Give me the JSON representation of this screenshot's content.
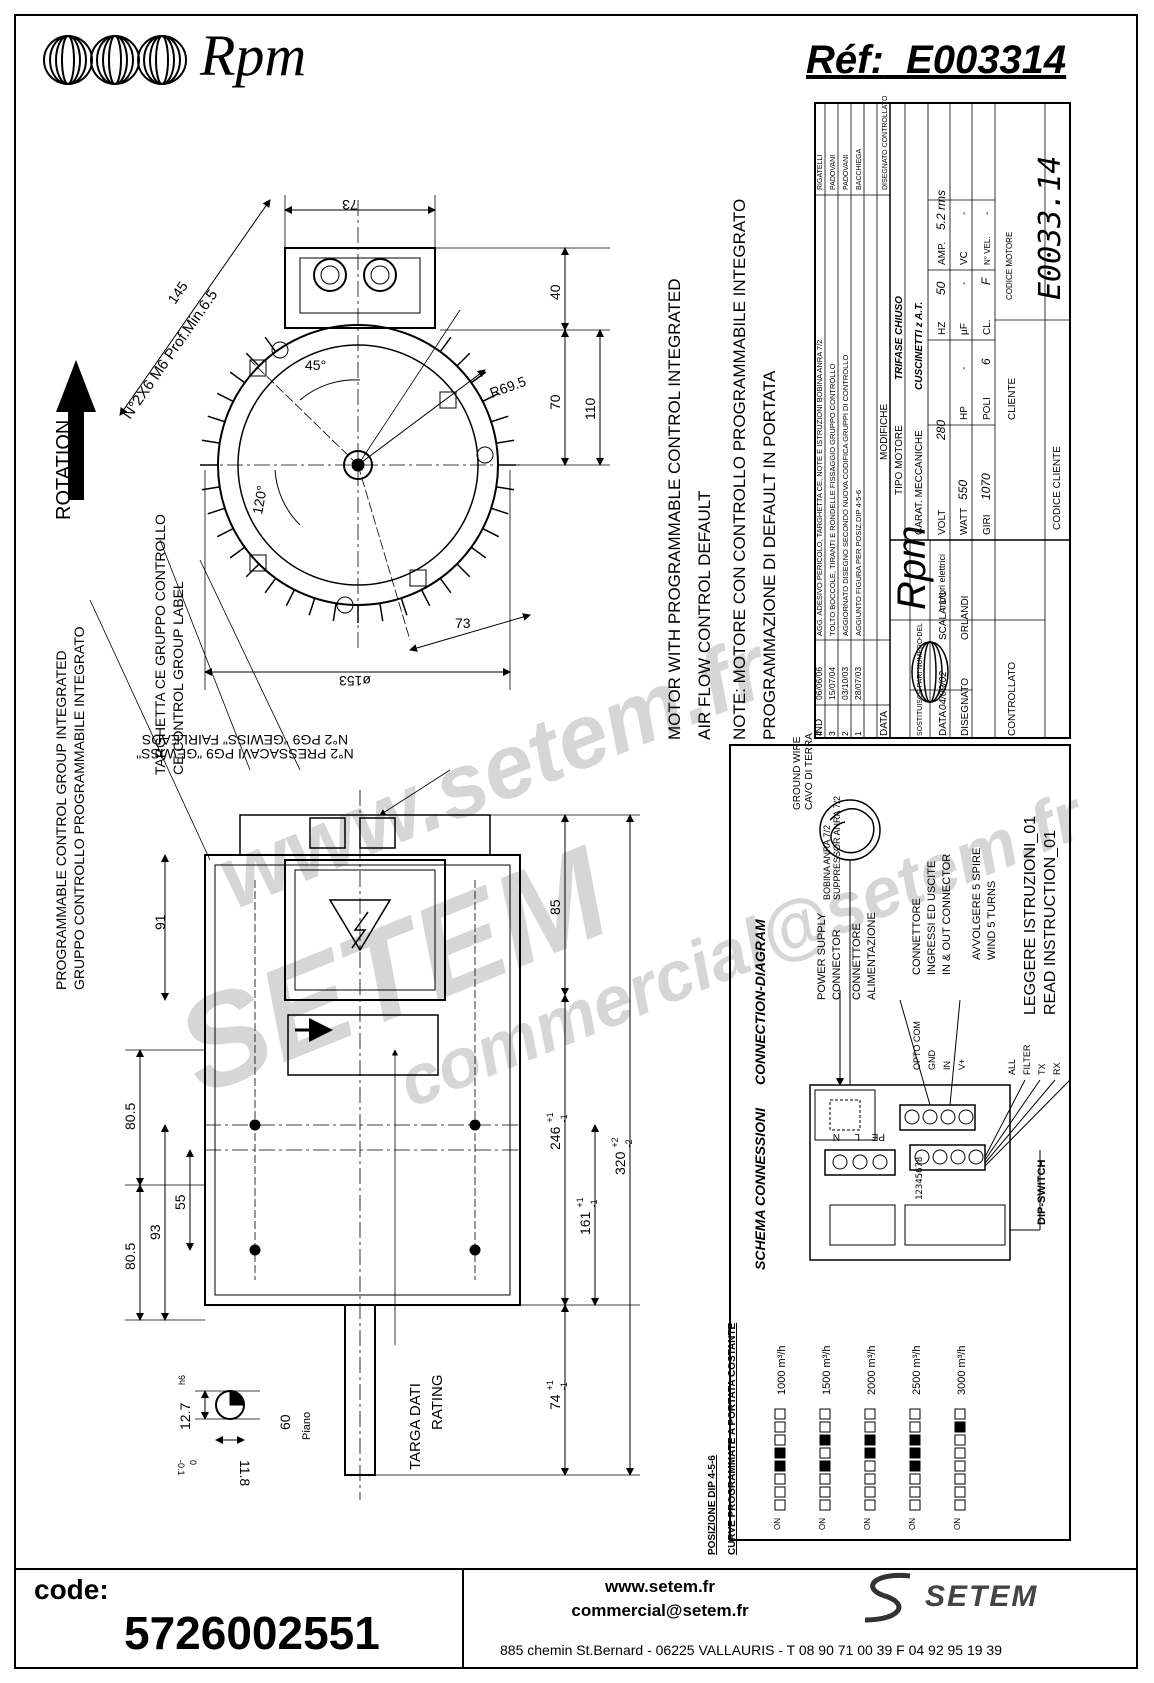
{
  "header": {
    "brand": "Rpm",
    "ref_label": "Réf:",
    "ref_value": "E003314"
  },
  "top_view": {
    "rotation_label": "ROTATION",
    "dim_73_top": "73",
    "dim_145": "145",
    "holes_note": "N°2X6 M6 Prof.Min.6.5",
    "angle_45": "45°",
    "angle_120": "120°",
    "dim_r695": "R69.5",
    "dim_40": "40",
    "dim_110": "110",
    "dim_70": "70",
    "dim_73_bottom": "73",
    "dim_153": "ø153",
    "label_ce_1": "TARGHETTA CE GRUPPO CONTROLLO",
    "label_ce_2": "CE CONTROL GROUP LABEL"
  },
  "side_view": {
    "label_pcg_1": "PROGRAMMABLE CONTROL GROUP INTEGRATED",
    "label_pcg_2": "GRUPPO CONTROLLO PROGRAMMABILE INTEGRATO",
    "pressacavi_1": "N°2 PRESSACAVI PG9 \"GEWISS\"",
    "pressacavi_2": "N°2 PG9 \"GEWISS\" FAIRLEADS",
    "dim_91": "91",
    "dim_85": "85",
    "dim_805_a": "80.5",
    "dim_805_b": "80.5",
    "dim_55": "55",
    "dim_93": "93",
    "dim_246": "246",
    "dim_246_tol_up": "+1",
    "dim_246_tol_dn": "-1",
    "dim_161": "161",
    "dim_161_tol_up": "+1",
    "dim_161_tol_dn": "-1",
    "dim_320": "320",
    "dim_320_tol_up": "+2",
    "dim_320_tol_dn": "-2",
    "dim_74": "74",
    "dim_74_tol_up": "+1",
    "dim_74_tol_dn": "-1",
    "dim_60": "60",
    "piano": "Piano",
    "targa_1": "TARGA DATI",
    "targa_2": "RATING",
    "shaft_127": "12.7",
    "shaft_h6": "h6",
    "shaft_118": "11.8",
    "shaft_118_tol_up": "0",
    "shaft_118_tol_dn": "-0.1"
  },
  "notes": {
    "motor_en_1": "MOTOR WITH PROGRAMMABLE CONTROL INTEGRATED",
    "motor_en_2": "AIR FLOW CONTROL DEFAULT",
    "motor_it_1": "NOTE: MOTORE CON CONTROLLO PROGRAMMABILE INTEGRATO",
    "motor_it_2": "PROGRAMMAZIONE DI DEFAULT IN PORTATA"
  },
  "title_block": {
    "revisions": [
      {
        "n": "4",
        "date": "06/06/06",
        "text": "AGG. ADESIVO PERICOLO, TARGHETTA CE, NOTE E ISTRUZIONI BOBINA ANRA 7/2",
        "by": "RIGATELLI"
      },
      {
        "n": "3",
        "date": "15/07/04",
        "text": "TOLTO BOCCOLE, TIRANTI E RONDELLE FISSAGGIO GRUPPO CONTROLLO",
        "by": "PADOVANI"
      },
      {
        "n": "2",
        "date": "03/10/03",
        "text": "AGGIORNATO DISEGNO SECONDO NUOVA CODIFICA GRUPPI DI CONTROLLO",
        "by": "PADOVANI"
      },
      {
        "n": "1",
        "date": "28/07/03",
        "text": "AGGIUNTO FIGURA PER POSIZ.DIP 4-5-6",
        "by": "BACCHIEGA"
      }
    ],
    "col_ind": "IND",
    "col_data": "DATA",
    "col_modifiche": "MODIFICHE",
    "col_by": "DISEGNATO CONTROLLATO",
    "brand": "Rpm",
    "brand_sub": "motori elettrici",
    "tipo_motore_label": "TIPO MOTORE",
    "tipo_motore": "TRIFASE CHIUSO",
    "carat_label": "CARAT. MECCANICHE",
    "carat_value": "CUSCINETTI z A.T.",
    "volt_label": "VOLT",
    "volt_value": "280",
    "hz_label": "HZ",
    "hz_value": "50",
    "amp_label": "AMP.",
    "amp_value": "5.2 rms",
    "watt_label": "WATT",
    "watt_value": "550",
    "hp_label": "HP",
    "hp_value": "-",
    "uf_label": "µF",
    "uf_value": "-",
    "vc_label": "VC",
    "vc_value": "-",
    "giri_label": "GIRI",
    "giri_value": "1070",
    "poli_label": "POLI",
    "poli_value": "6",
    "cl_label": "CL.",
    "cl_value": "F",
    "nvel_label": "N° VEL.",
    "nvel_value": "-",
    "sostituisce_label": "SOSTITUISCE PARI NUMERO DEL",
    "sostituisce_value": "-",
    "data_label": "DATA",
    "data_value": "04/09/02",
    "scala_label": "SCALA",
    "scala_value": "1/1",
    "cliente_label": "CLIENTE",
    "codice_motore_label": "CODICE MOTORE",
    "codice_motore": "E0033.14",
    "disegnato_label": "DISEGNATO",
    "disegnato_value": "ORLANDI",
    "controllato_label": "CONTROLLATO",
    "codice_cliente_label": "CODICE CLIENTE"
  },
  "connection": {
    "title_it": "SCHEMA CONNESSIONI",
    "title_en": "CONNECTION-DIAGRAM",
    "power_1": "POWER SUPPLY",
    "power_2": "CONNECTOR",
    "power_3": "CONNETTORE",
    "power_4": "ALIMENTAZIONE",
    "suppressor_1": "SUPPRESSOR ANRA 7/2",
    "suppressor_2": "BOBINA ANRA 7/2",
    "ground_1": "GROUND WIRE",
    "ground_2": "CAVO DI TERRA",
    "io_1": "CONNETTORE",
    "io_2": "INGRESSI ED USCITE",
    "io_3": "IN & OUT CONNECTOR",
    "wind_1": "AVVOLGERE 5 SPIRE",
    "wind_2": "WIND 5 TURNS",
    "read_1": "LEGGERE ISTRUZIONI_01",
    "read_2": "READ INSTRUCTION_01",
    "opto": "OPTO COM",
    "gnd": "GND",
    "in": "IN",
    "vplus": "V+",
    "all": "ALL",
    "filter": "FILTER",
    "tx": "TX",
    "rx": "RX",
    "pe": "PE",
    "l": "L",
    "n": "N",
    "dip_label": "DIP-SWITCH",
    "dip_numbers": "12345678"
  },
  "dip_curves": {
    "title_1": "POSIZIONE DIP 4-5-6",
    "title_2": "CURVE PROGRAMMATE A PORTATA COSTANTE",
    "on_label": "ON",
    "rows": [
      "1000 m³/h",
      "1500 m³/h",
      "2000 m³/h",
      "2500 m³/h",
      "3000 m³/h"
    ],
    "patterns": [
      [
        0,
        0,
        0,
        1,
        1,
        0,
        0,
        0
      ],
      [
        0,
        0,
        0,
        1,
        0,
        1,
        0,
        0
      ],
      [
        0,
        0,
        0,
        0,
        1,
        1,
        0,
        0
      ],
      [
        0,
        0,
        0,
        1,
        1,
        1,
        0,
        0
      ],
      [
        0,
        0,
        0,
        0,
        0,
        0,
        1,
        0
      ]
    ]
  },
  "watermarks": {
    "w1": "www.setem.fr",
    "w2": "SETEM",
    "w3": "commercial@setem.fr"
  },
  "footer": {
    "code_label": "code:",
    "code_value": "5726002551",
    "web": "www.setem.fr",
    "email": "commercial@setem.fr",
    "address": "885 chemin St.Bernard  -  06225 VALLAURIS  -  T 08 90 71 00 39  F 04 92 95 19 39",
    "logo": "SETEM"
  },
  "colors": {
    "line": "#000000",
    "watermark": "#d0d0d0"
  }
}
